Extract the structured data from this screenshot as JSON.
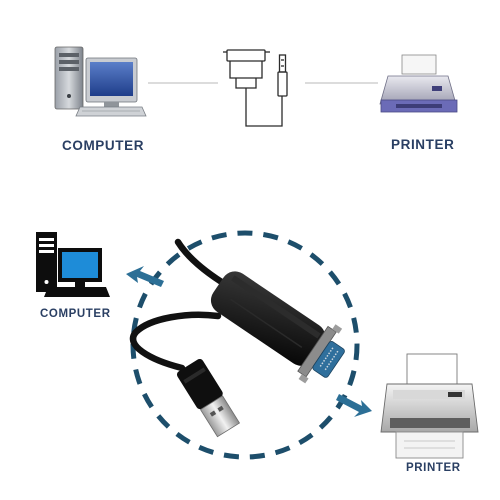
{
  "labels": {
    "top_computer": "COMPUTER",
    "top_printer": "PRINTER",
    "bottom_computer": "COMPUTER",
    "bottom_printer": "PRINTER"
  },
  "icons": {
    "computer": "desktop-computer-icon",
    "printer": "printer-icon",
    "cable": "usb-to-parallel-cable-icon"
  },
  "colors": {
    "label_text": "#2a3f63",
    "dashed_circle": "#1d4e6b",
    "arrow": "#2c6f96",
    "connector_line": "#b9b9b9"
  }
}
